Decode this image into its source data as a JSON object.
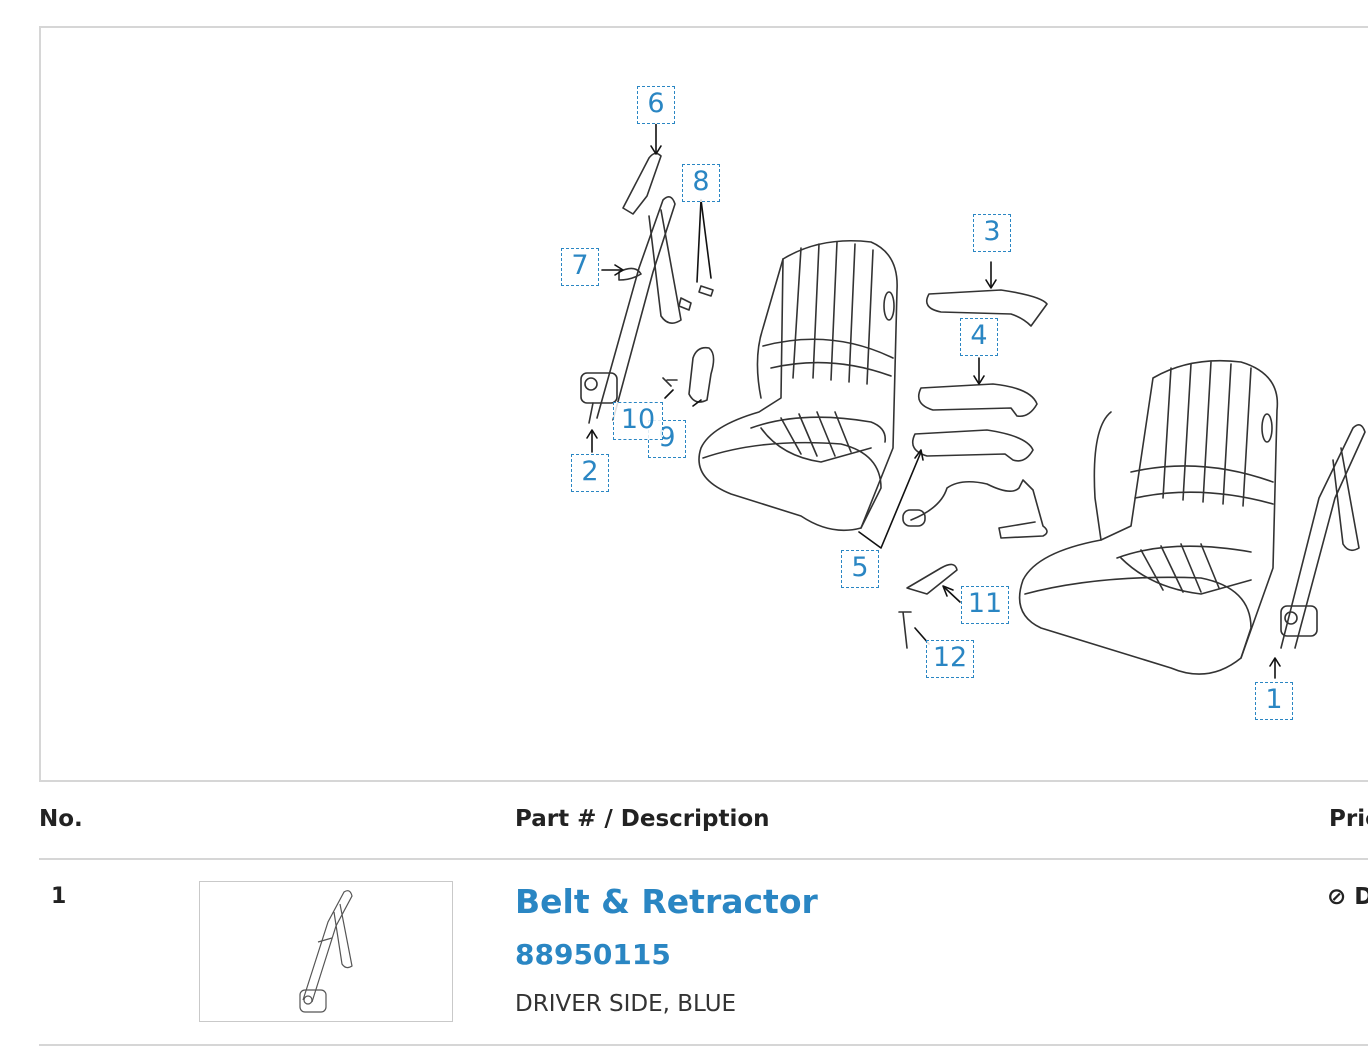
{
  "diagram": {
    "callouts": [
      {
        "label": "1"
      },
      {
        "label": "2"
      },
      {
        "label": "3"
      },
      {
        "label": "4"
      },
      {
        "label": "5"
      },
      {
        "label": "6"
      },
      {
        "label": "7"
      },
      {
        "label": "8"
      },
      {
        "label": "9"
      },
      {
        "label": "10"
      },
      {
        "label": "11"
      },
      {
        "label": "12"
      }
    ]
  },
  "table": {
    "headers": {
      "no": "No.",
      "part": "Part # / Description",
      "price": "Price"
    },
    "rows": [
      {
        "no": "1",
        "name": "Belt & Retractor",
        "part_number": "88950115",
        "description": "DRIVER SIDE, BLUE",
        "availability_icon": "prohibited-icon",
        "availability_text": "D"
      }
    ]
  },
  "colors": {
    "accent": "#2a86c3",
    "border": "#d6d6d6"
  }
}
